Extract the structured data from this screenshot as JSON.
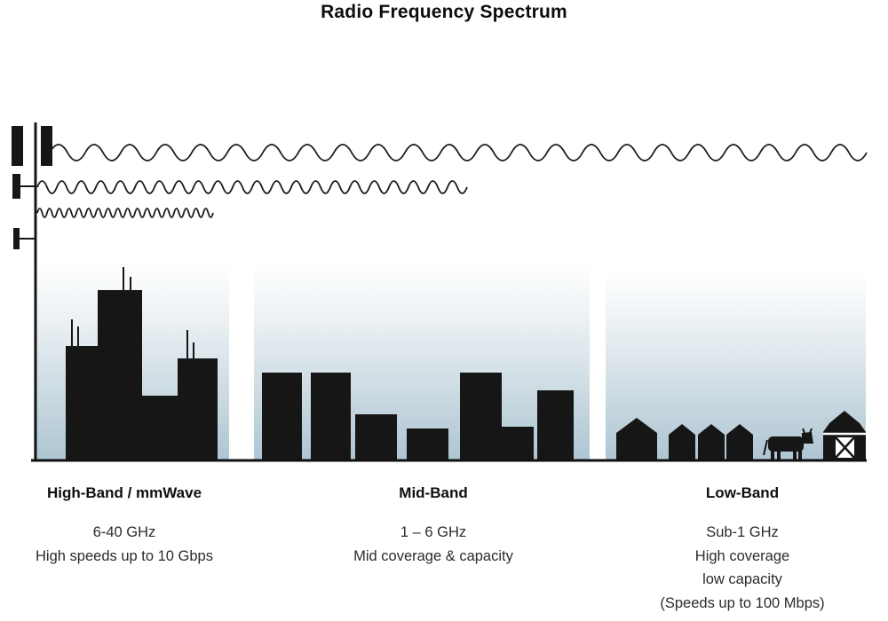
{
  "title": "Radio Frequency Spectrum",
  "bands": [
    {
      "name": "High-Band / mmWave",
      "frequency": "6-40 GHz",
      "details": [
        "High speeds up to 10 Gbps"
      ]
    },
    {
      "name": "Mid-Band",
      "frequency": "1 – 6 GHz",
      "details": [
        "Mid coverage & capacity"
      ]
    },
    {
      "name": "Low-Band",
      "frequency": "Sub-1 GHz",
      "details": [
        "High coverage",
        "low capacity",
        "(Speeds up to 100 Mbps)"
      ]
    }
  ],
  "icons": {
    "tower": "cell-tower-icon",
    "waves": [
      "low-band-wave-icon",
      "mid-band-wave-icon",
      "high-band-wave-icon"
    ],
    "rural": [
      "house-icon",
      "cow-icon",
      "barn-icon"
    ]
  },
  "colors": {
    "silhouette": "#161616",
    "wave_stroke": "#1a1a1a",
    "sky_gradient_bottom": "#aec5d2",
    "background": "#ffffff"
  }
}
